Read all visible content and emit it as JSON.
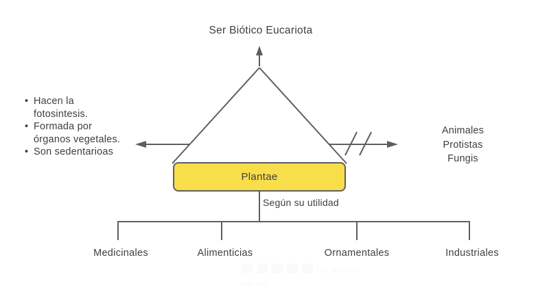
{
  "diagram": {
    "title": "Ser Biótico Eucariota",
    "center_box": {
      "label": "Plantae",
      "fill_color": "#F8DE4B",
      "border_color": "#5E5E5E"
    },
    "left_panel": {
      "items": [
        "Hacen la fotosintesis.",
        "Formada por órganos vegetales.",
        "Son sedentarioas"
      ]
    },
    "right_panel": {
      "lines": [
        "Animales",
        "Protistas",
        "Fungis"
      ]
    },
    "branch_label": "Según su utilidad",
    "branches": [
      "Medicinales",
      "Alimenticias",
      "Ornamentales",
      "Industriales"
    ],
    "colors": {
      "line": "#5E5E5E",
      "text": "#3E3E3E",
      "background": "#FFFFFF"
    }
  }
}
